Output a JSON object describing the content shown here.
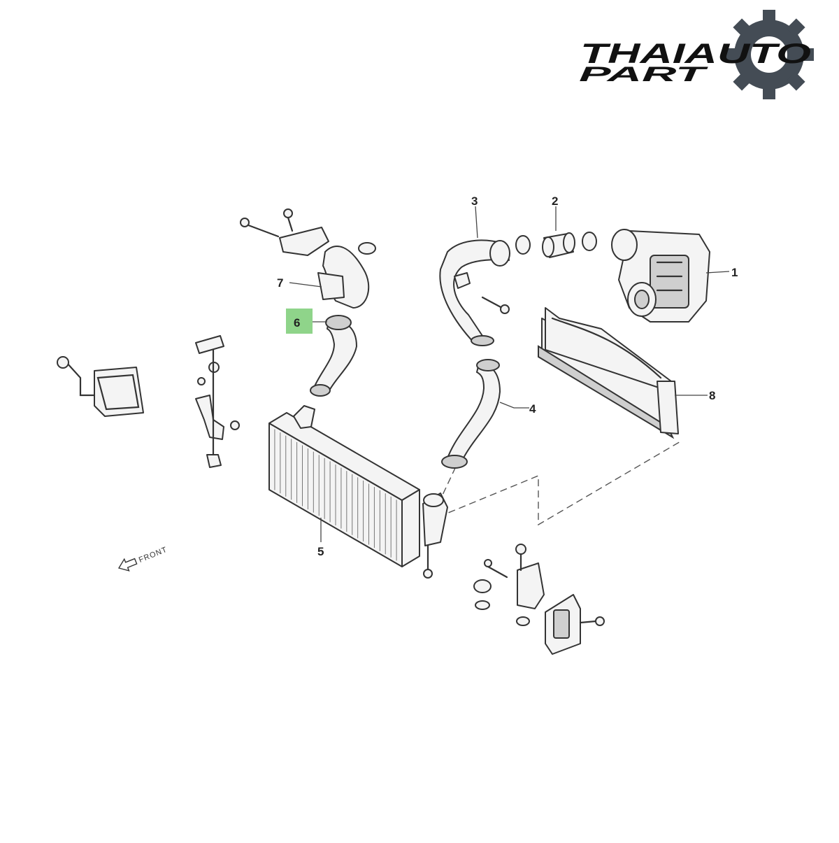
{
  "logo": {
    "line1": "THAIAUTO",
    "line2": "PART",
    "gear_icon": "gear-icon",
    "color": "#111111",
    "gear_color": "#444c55"
  },
  "callouts": [
    {
      "id": "1",
      "label": "1"
    },
    {
      "id": "2",
      "label": "2"
    },
    {
      "id": "3",
      "label": "3"
    },
    {
      "id": "4",
      "label": "4"
    },
    {
      "id": "5",
      "label": "5"
    },
    {
      "id": "6",
      "label": "6",
      "highlighted": true
    },
    {
      "id": "7",
      "label": "7"
    },
    {
      "id": "8",
      "label": "8"
    }
  ],
  "front_marker": {
    "label": "FRONT",
    "icon": "arrow-left-icon"
  },
  "colors": {
    "highlight": "#8fd48a",
    "lines": "#333333"
  }
}
